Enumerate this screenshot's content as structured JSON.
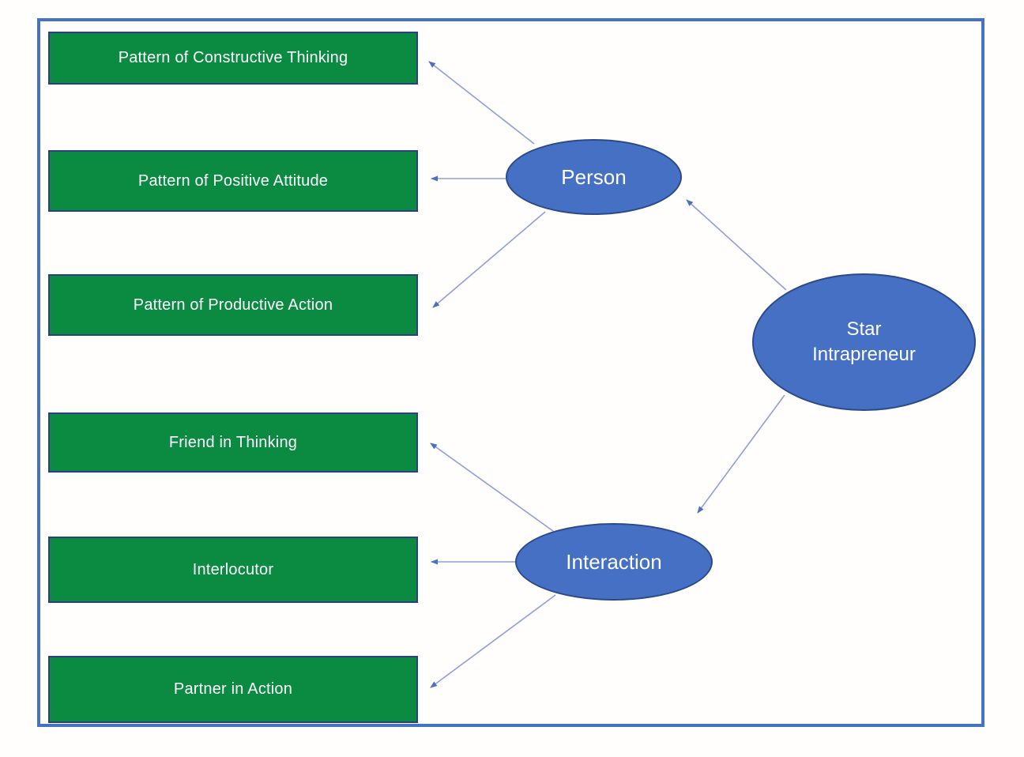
{
  "diagram": {
    "hubs": [
      {
        "id": "person",
        "label": "Person"
      },
      {
        "id": "interaction",
        "label": "Interaction"
      },
      {
        "id": "star",
        "label": "Star Intrapreneur",
        "label_lines": [
          "Star",
          "Intrapreneur"
        ]
      }
    ],
    "boxes": [
      {
        "id": "constructive-thinking",
        "label": "Pattern of Constructive Thinking"
      },
      {
        "id": "positive-attitude",
        "label": "Pattern of Positive Attitude"
      },
      {
        "id": "productive-action",
        "label": "Pattern of Productive Action"
      },
      {
        "id": "friend-in-thinking",
        "label": "Friend in Thinking"
      },
      {
        "id": "interlocutor",
        "label": "Interlocutor"
      },
      {
        "id": "partner-in-action",
        "label": "Partner in Action"
      }
    ],
    "edges": [
      {
        "from": "star",
        "to": "person"
      },
      {
        "from": "star",
        "to": "interaction"
      },
      {
        "from": "person",
        "to": "constructive-thinking"
      },
      {
        "from": "person",
        "to": "positive-attitude"
      },
      {
        "from": "person",
        "to": "productive-action"
      },
      {
        "from": "interaction",
        "to": "friend-in-thinking"
      },
      {
        "from": "interaction",
        "to": "interlocutor"
      },
      {
        "from": "interaction",
        "to": "partner-in-action"
      }
    ],
    "colors": {
      "box_fill": "#0b8a42",
      "box_border": "#2d3f84",
      "ellipse_fill": "#4570c4",
      "ellipse_border": "#2b4a88",
      "connector_line": "#8ba0d8",
      "arrowhead": "#4a70c2",
      "frame_border": "#4472c4",
      "text": "#ffffff"
    }
  }
}
